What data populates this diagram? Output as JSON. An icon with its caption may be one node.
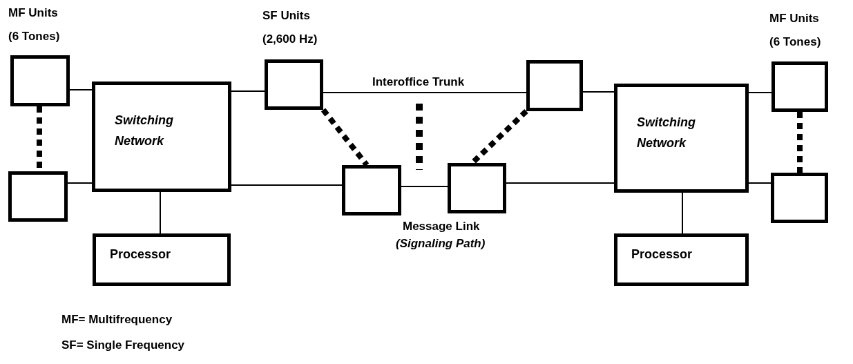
{
  "diagram": {
    "nodes": [
      {
        "text": [],
        "shape": "box",
        "beside": [
          "MF Units (6 Tones)"
        ]
      },
      {
        "text": [],
        "shape": "box"
      },
      {
        "text": [
          "Switching Network"
        ]
      },
      {
        "text": [
          "Processor"
        ]
      },
      {
        "text": [],
        "shape": "box",
        "beside": [
          "SF Units (2,600 Hz)"
        ]
      },
      {
        "text": [],
        "shape": "box"
      },
      {
        "text": [],
        "shape": "box"
      },
      {
        "text": [],
        "shape": "box"
      },
      {
        "text": [
          "Switching Network"
        ]
      },
      {
        "text": [
          "Processor"
        ]
      },
      {
        "text": [],
        "shape": "box",
        "beside": [
          "MF Units (6 Tones)"
        ]
      },
      {
        "text": [],
        "shape": "box"
      }
    ],
    "edges": [
      {
        "from": 0,
        "to": 2,
        "arrow": "none"
      },
      {
        "from": 1,
        "to": 2,
        "arrow": "none"
      },
      {
        "from": 0,
        "to": 1,
        "arrow": "none",
        "style": "dashed"
      },
      {
        "from": 2,
        "to": 3,
        "arrow": "none"
      },
      {
        "from": 2,
        "to": 4,
        "arrow": "none"
      },
      {
        "from": 4,
        "to": 7,
        "arrow": "none",
        "label": "Interoffice Trunk"
      },
      {
        "from": 4,
        "to": 5,
        "arrow": "none",
        "style": "dashed"
      },
      {
        "from": 2,
        "to": 5,
        "arrow": "none"
      },
      {
        "from": 5,
        "to": 6,
        "arrow": "none"
      },
      {
        "from": 7,
        "to": 6,
        "arrow": "none",
        "style": "dashed"
      },
      {
        "from": 7,
        "to": 8,
        "arrow": "none"
      },
      {
        "from": 6,
        "to": 8,
        "arrow": "none"
      },
      {
        "from": 8,
        "to": 9,
        "arrow": "none"
      },
      {
        "from": 8,
        "to": 10,
        "arrow": "none"
      },
      {
        "from": 8,
        "to": 11,
        "arrow": "none"
      },
      {
        "from": 10,
        "to": 11,
        "arrow": "none",
        "style": "dashed"
      }
    ],
    "labels": [
      "Message Link",
      "(Signaling Path)",
      "MF= Multifrequency",
      "SF= Single Frequency"
    ]
  }
}
